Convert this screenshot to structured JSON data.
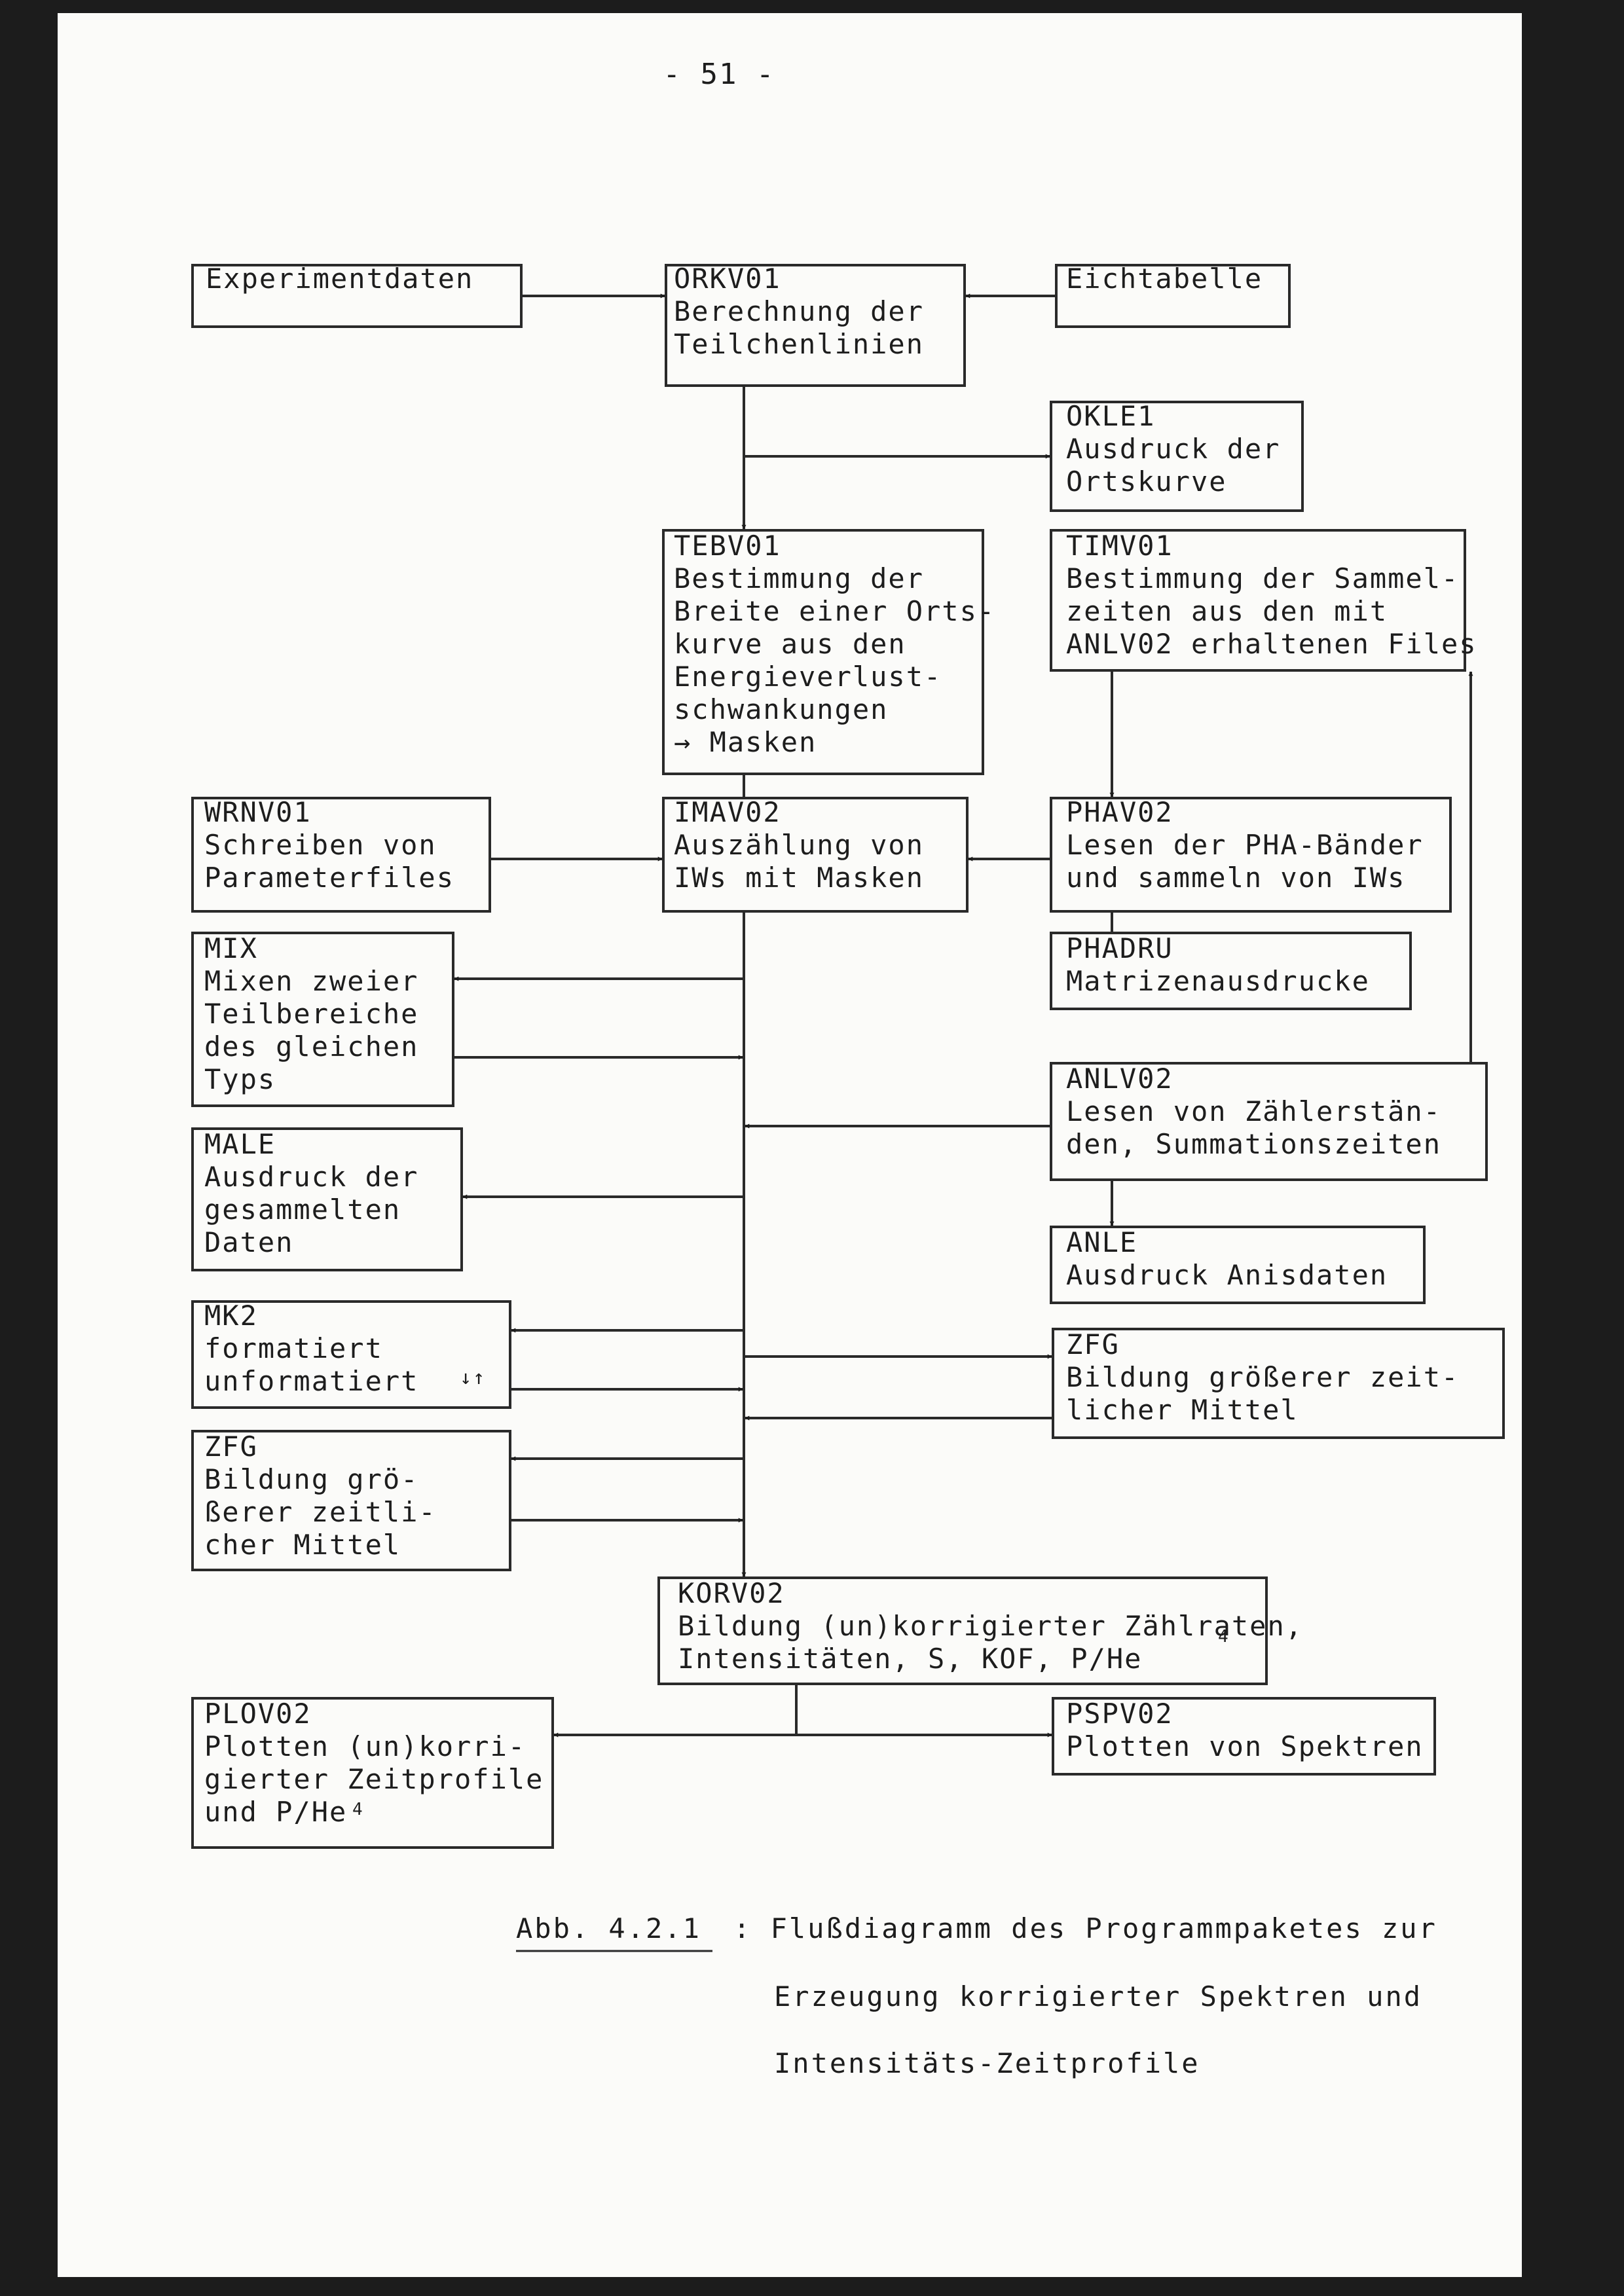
{
  "page_number": "- 51 -",
  "boxes": {
    "experimentdaten": [
      "Experimentdaten"
    ],
    "orkv01": [
      "ORKV01",
      "Berechnung der",
      "Teilchenlinien"
    ],
    "eichtabelle": [
      "Eichtabelle"
    ],
    "okle1": [
      "OKLE1",
      "Ausdruck der",
      "Ortskurve"
    ],
    "tebv01": [
      "TEBV01",
      "Bestimmung der",
      "Breite einer Orts-",
      "kurve aus den",
      "Energieverlust-",
      "schwankungen",
      "→ Masken"
    ],
    "timv01": [
      "TIMV01",
      "Bestimmung der Sammel-",
      "zeiten aus den mit",
      "ANLV02 erhaltenen Files"
    ],
    "wrnv01": [
      "WRNV01",
      "Schreiben von",
      "Parameterfiles"
    ],
    "imav02": [
      "IMAV02",
      "Auszählung von",
      "IWs mit Masken"
    ],
    "phav02": [
      "PHAV02",
      "Lesen der PHA-Bänder",
      "und sammeln von IWs"
    ],
    "phadru": [
      "PHADRU",
      "Matrizenausdrucke"
    ],
    "mix": [
      "MIX",
      "Mixen zweier",
      "Teilbereiche",
      "des gleichen",
      "Typs"
    ],
    "anlv02": [
      "ANLV02",
      "Lesen von Zählerstän-",
      "den, Summationszeiten"
    ],
    "male": [
      "MALE",
      "Ausdruck der",
      "gesammelten",
      "Daten"
    ],
    "anle": [
      "ANLE",
      "Ausdruck Anisdaten"
    ],
    "mk2": [
      "MK2",
      "formatiert",
      "unformatiert"
    ],
    "zfg_right": [
      "ZFG",
      "Bildung größerer zeit-",
      "licher Mittel"
    ],
    "zfg_left": [
      "ZFG",
      "Bildung grö-",
      "ßerer zeitli-",
      "cher Mittel"
    ],
    "korv02": [
      "KORV02",
      "Bildung (un)korrigierter Zählraten,",
      "Intensitäten, S, KOF, P/He"
    ],
    "plov02": [
      "PLOV02",
      "Plotten (un)korri-",
      "gierter Zeitprofile",
      "und P/He"
    ],
    "pspv02": [
      "PSPV02",
      "Plotten von Spektren"
    ]
  },
  "superscripts": {
    "korv02": "4",
    "plov02": "4"
  },
  "mk2_arrows": "↓↑",
  "caption": {
    "label": "Abb. 4.2.1",
    "lines": [
      ": Flußdiagramm des Programmpaketes zur",
      "Erzeugung korrigierter Spektren und",
      "Intensitäts-Zeitprofile"
    ]
  }
}
